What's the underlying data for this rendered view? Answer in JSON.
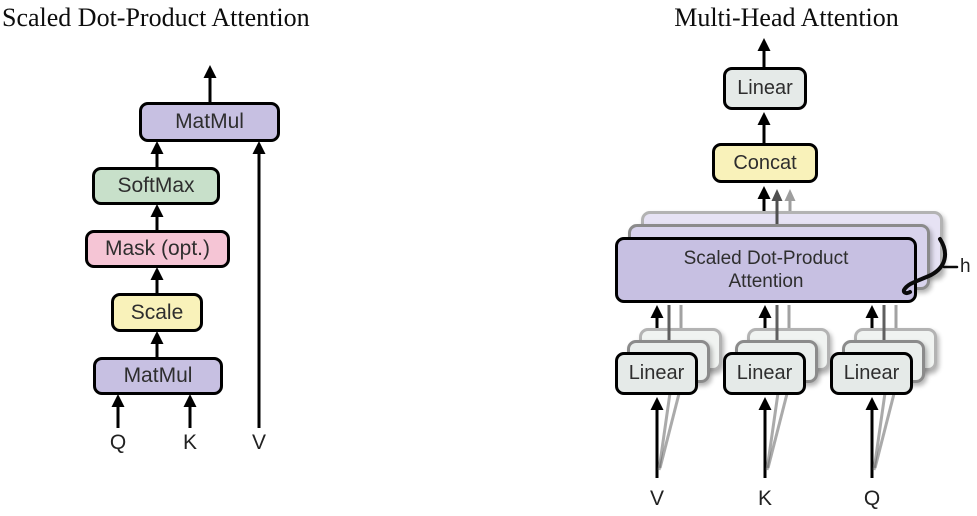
{
  "left": {
    "title": "Scaled Dot-Product Attention",
    "matmul_top": "MatMul",
    "softmax": "SoftMax",
    "mask": "Mask (opt.)",
    "scale": "Scale",
    "matmul_bottom": "MatMul",
    "input_q": "Q",
    "input_k": "K",
    "input_v": "V"
  },
  "right": {
    "title": "Multi-Head Attention",
    "linear_out": "Linear",
    "concat": "Concat",
    "attention_line1": "Scaled Dot-Product",
    "attention_line2": "Attention",
    "heads_label": "h",
    "linear_v": "Linear",
    "linear_k": "Linear",
    "linear_q": "Linear",
    "input_v": "V",
    "input_k": "K",
    "input_q": "Q"
  },
  "colors": {
    "purple_box": "#c7c0e2",
    "green_box": "#c8e0ca",
    "pink_box": "#f5c5d5",
    "yellow_box": "#f9f2ba",
    "linear_box": "#e5eae8",
    "outline": "#000000",
    "stack_mid_border": "#8b8b8b",
    "stack_back_border": "#b3b3b3"
  }
}
